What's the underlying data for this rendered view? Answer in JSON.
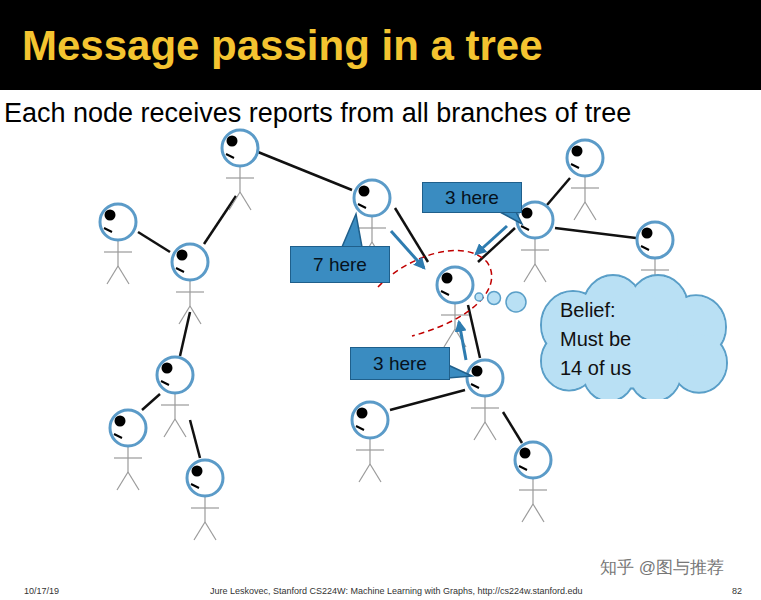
{
  "diagram": {
    "title": "Message passing in a tree",
    "nodes": [
      {
        "text": [
          "3 here"
        ]
      },
      {
        "text": [
          "7 here"
        ]
      },
      {
        "text": [
          "Belief:",
          "Must be 14 of us"
        ]
      },
      {
        "text": [
          "3 here"
        ]
      }
    ],
    "labels": [
      "Each node receives reports from all branches of tree",
      "10/17/19",
      "Jure Leskovec, Stanford CS224W: Machine Learning with Graphs, http://cs224w.stanford.edu",
      "82",
      "知乎 @图与推荐"
    ]
  }
}
